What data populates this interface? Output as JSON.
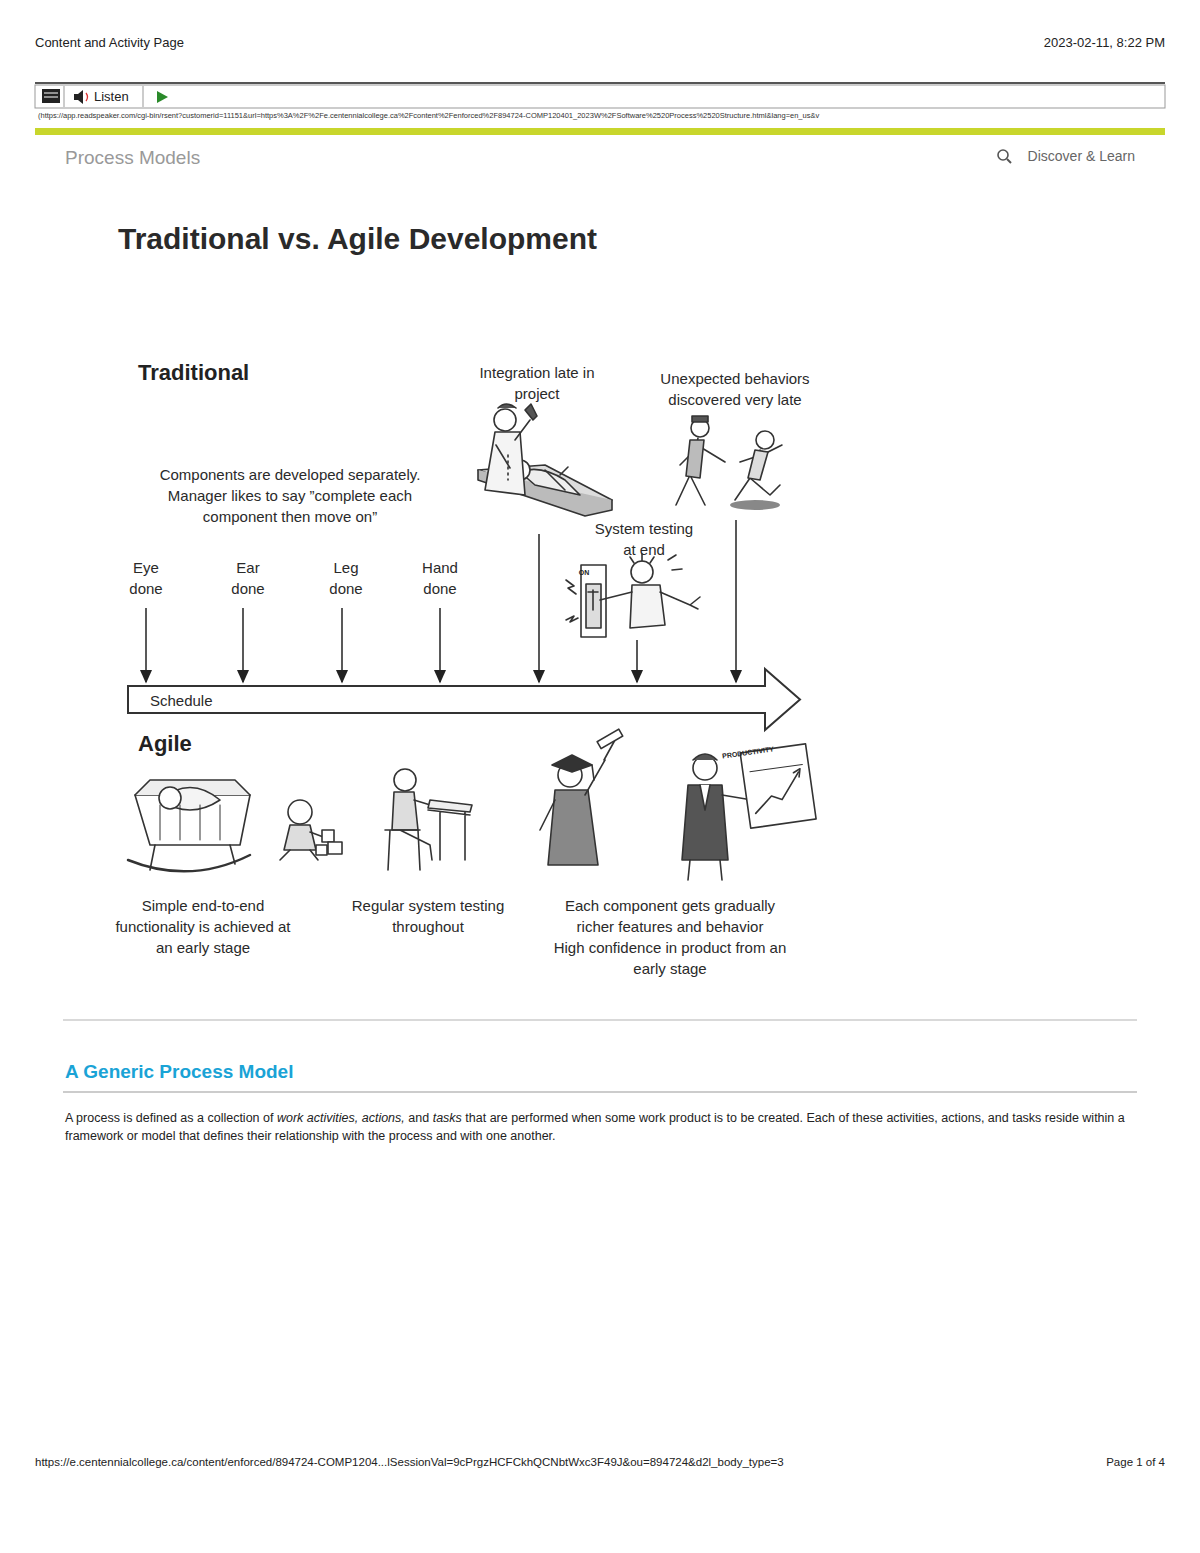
{
  "diagram": {
    "title": "Traditional vs. Agile Development",
    "labels": [
      "Content and Activity Page",
      "2023-02-11, 8:22 PM",
      "Listen",
      "(https://app.readspeaker.com/cgi-bin/rsent?customerid=11151&url=https%3A%2F%2Fe.centennialcollege.ca%2Fcontent%2Fenforced%2F894724-COMP120401_2023W%2FSoftware%2520Process%2520Structure.html&lang=en_us&v",
      "Process Models",
      "Discover & Learn",
      "Traditional",
      "Components are developed separately. Manager likes to say ”complete each component then move on”",
      "Eye done",
      "Ear done",
      "Leg done",
      "Hand done",
      "Integration late in project",
      "Unexpected behaviors discovered very late",
      "System testing at end",
      "ON",
      "Schedule",
      "Agile",
      "PRODUCTIVITY",
      "Simple end-to-end functionality is achieved at an early stage",
      "Regular system testing throughout",
      "Each component gets gradually richer features and behavior",
      "High confidence in product from an early stage",
      "A Generic Process Model",
      "A process is defined as a collection of",
      "work activities, actions,",
      "and",
      "tasks",
      "that are performed when some work product is to be created. Each of these activities, actions, and tasks reside within a framework or model that defines their relationship with the process and with one another.",
      "https://e.centennialcollege.ca/content/enforced/894724-COMP1204...lSessionVal=9cPrgzHCFCkhQCNbtWxc3F49J&ou=894724&d2l_body_type=3",
      "Page 1 of 4"
    ]
  }
}
